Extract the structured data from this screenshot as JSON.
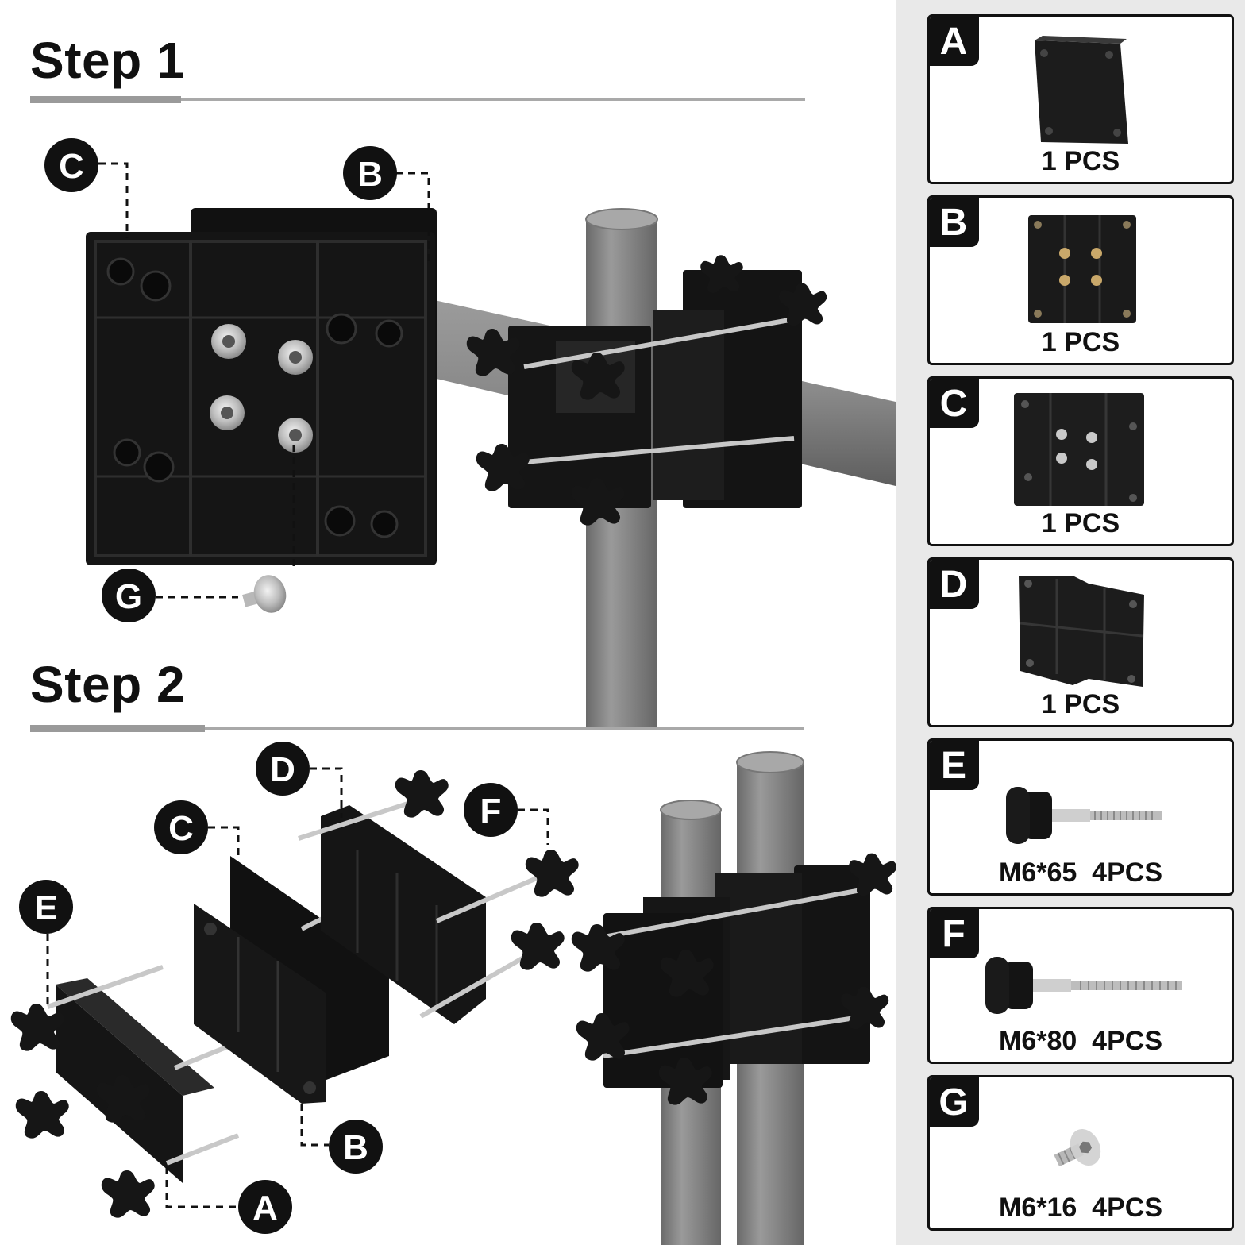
{
  "step1": {
    "title": "Step 1"
  },
  "step2": {
    "title": "Step 2"
  },
  "callouts": {
    "step1": [
      "C",
      "B",
      "G"
    ],
    "step2": [
      "D",
      "C",
      "F",
      "E",
      "B",
      "A"
    ]
  },
  "parts": [
    {
      "letter": "A",
      "qty": "1 PCS",
      "icon": "flat-bracket-a-icon"
    },
    {
      "letter": "B",
      "qty": "1 PCS",
      "icon": "clamp-plate-b-icon"
    },
    {
      "letter": "C",
      "qty": "1 PCS",
      "icon": "clamp-plate-c-icon"
    },
    {
      "letter": "D",
      "qty": "1 PCS",
      "icon": "clamp-plate-d-icon"
    },
    {
      "letter": "E",
      "qty": "M6*65  4PCS",
      "icon": "knob-screw-65-icon"
    },
    {
      "letter": "F",
      "qty": "M6*80  4PCS",
      "icon": "knob-screw-80-icon"
    },
    {
      "letter": "G",
      "qty": "M6*16  4PCS",
      "icon": "hex-bolt-icon"
    }
  ],
  "colors": {
    "plastic": "#141414",
    "pipe": "#7d7d7d",
    "panel": "#e9e9e9",
    "rule": "#9a9a9a"
  }
}
